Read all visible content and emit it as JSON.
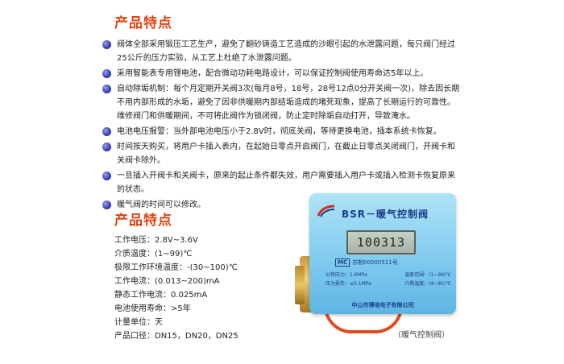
{
  "section1": {
    "title": "产品特点",
    "items": [
      "阀体全部采用锻压工艺生产，避免了翻砂铸造工艺造成的沙眼引起的水泄露问题，每只阀门经过25公斤的压力实验，从工艺上杜绝了水泄露问题。",
      "采用智能表专用锂电池，配合微动功耗电路设计，可以保证控制阀使用寿命达5年以上。",
      "自动除垢机制：每个月定期开关阀3次(每月8号，18号，28号12点0分开关阀一次)，除去因长期不用内部形成的水垢，避免了因非供暖期内部结垢造成的堵死现象，提高了长期运行的可靠性。维修阀门和供暖期间，不可将此阀作为锁闭阀，防止定时除垢自动打开，导致淹水。",
      "电池电压报警：当外部电池电压小于2.8V时，彻底关阀，等待更换电池，插本系统卡恢复。",
      "时间按天购买，将用户卡插入表内，在起始日零点开启阀门，在截止日零点关闭阀门，开阀卡和关阀卡除外。",
      "一旦插入开阀卡和关阀卡，原来的起止条件都失效，用户需要插入用户卡或插入检测卡恢复原来的状态。",
      "暖气阀的时间可以修改。"
    ]
  },
  "section2": {
    "title": "产品特点",
    "specs": [
      "工作电压：2.8V~3.6V",
      "介质温度：(1~99)℃",
      "极限工作环境温度：-(30~100)℃",
      "工作电流：(0.013~200)mA",
      "静态工作电流：0.025mA",
      "电池使用寿命：>5年",
      "计量单位：天",
      "产品口径：DN15，DN20，DN25"
    ]
  },
  "device": {
    "title": "BSR－暖气控制阀",
    "display": "100313",
    "mc": "MC",
    "model": "苏制00000511号",
    "params": [
      [
        "公称压力：1.6MPa",
        "温度范围：(1~99)℃"
      ],
      [
        "压力损失：≤0.1MPa",
        "介质温度：(4~95)℃"
      ]
    ],
    "maker": "中山市博信电子有限公司"
  },
  "caption": "（暖气控制阀）",
  "colors": {
    "heading": "#e3420f",
    "bullet": "#3a45b8"
  }
}
